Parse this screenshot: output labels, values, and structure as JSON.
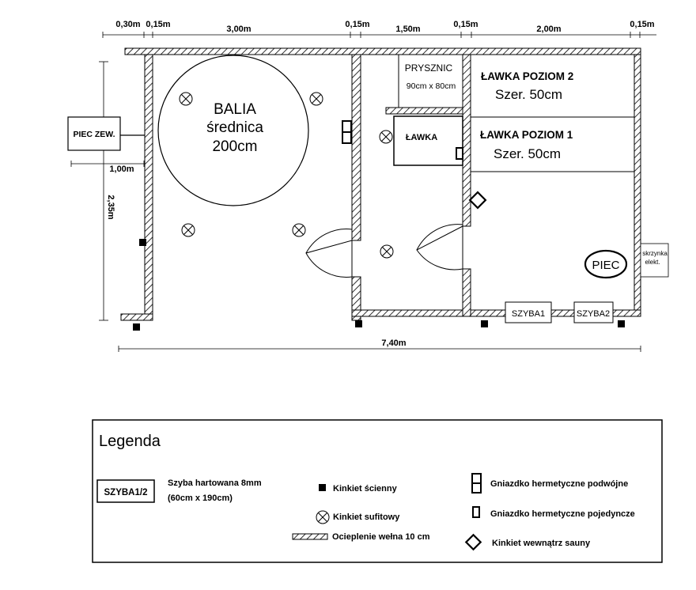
{
  "dimensions": {
    "top": [
      "0,30m",
      "0,15m",
      "3,00m",
      "0,15m",
      "1,50m",
      "0,15m",
      "2,00m",
      "0,15m"
    ],
    "left_width": "1,00m",
    "height": "2,35m",
    "total_width": "7,40m"
  },
  "rooms": {
    "balia_title": "BALIA",
    "balia_line2": "średnica",
    "balia_line3": "200cm",
    "prysznic_title": "PRYSZNIC",
    "prysznic_size": "90cm x 80cm",
    "lawka": "ŁAWKA",
    "lawka_poziom2": "ŁAWKA POZIOM 2",
    "lawka_poziom2_szer": "Szer. 50cm",
    "lawka_poziom1": "ŁAWKA POZIOM 1",
    "lawka_poziom1_szer": "Szer. 50cm",
    "piec": "PIEC",
    "piec_zew": "PIEC ZEW.",
    "skrzynka_line1": "skrzynka",
    "skrzynka_line2": "elekt.",
    "szyba1": "SZYBA1",
    "szyba2": "SZYBA2"
  },
  "legend": {
    "title": "Legenda",
    "szyba_box": "SZYBA1/2",
    "szyba_desc_line1": "Szyba hartowana 8mm",
    "szyba_desc_line2": "(60cm x 190cm)",
    "kinkiet_scienny": "Kinkiet ścienny",
    "kinkiet_sufitowy": "Kinkiet sufitowy",
    "ocieplenie": "Ocieplenie wełna 10 cm",
    "gniazdko_podwojne": "Gniazdko hermetyczne podwójne",
    "gniazdko_pojedyncze": "Gniazdko hermetyczne pojedyncze",
    "kinkiet_sauny": "Kinkiet wewnątrz sauny"
  }
}
